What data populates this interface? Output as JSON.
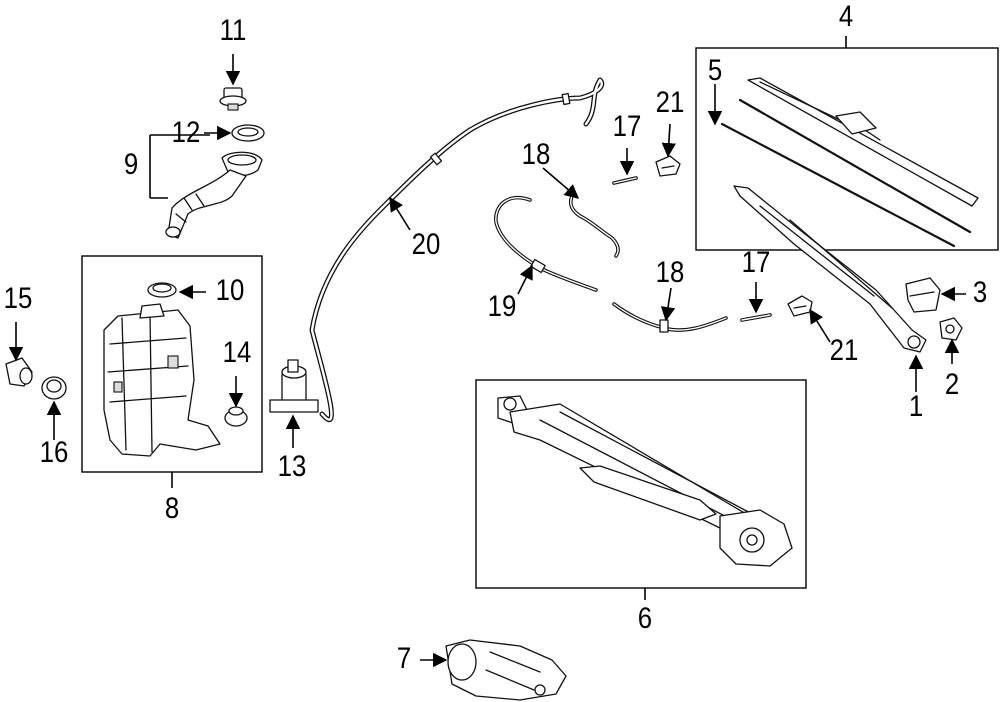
{
  "callouts": {
    "c1": "1",
    "c2": "2",
    "c3": "3",
    "c4": "4",
    "c5": "5",
    "c6": "6",
    "c7": "7",
    "c8": "8",
    "c9": "9",
    "c10": "10",
    "c11": "11",
    "c12": "12",
    "c13": "13",
    "c14": "14",
    "c15": "15",
    "c16": "16",
    "c17a": "17",
    "c17b": "17",
    "c18a": "18",
    "c18b": "18",
    "c19": "19",
    "c20": "20",
    "c21a": "21",
    "c21b": "21"
  }
}
